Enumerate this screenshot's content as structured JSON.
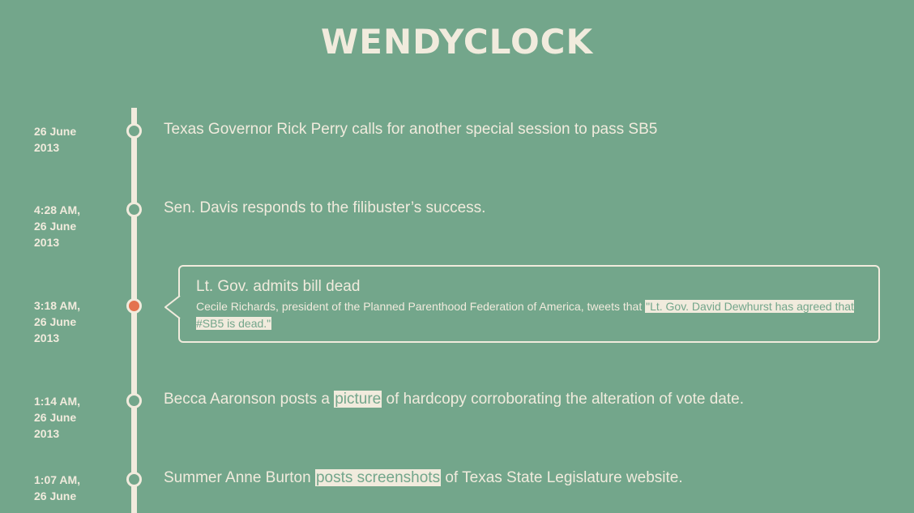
{
  "site": {
    "title": "WENDYCLOCK"
  },
  "entries": [
    {
      "time": "26 June\n2013",
      "headline": "Texas Governor Rick Perry calls for another special session to pass SB5"
    },
    {
      "time": "4:28 AM,\n26 June\n2013",
      "headline": "Sen. Davis responds to the filibuster’s success."
    },
    {
      "time": "3:18 AM,\n26 June\n2013",
      "headline": "Lt. Gov. admits bill dead",
      "body_prefix": "Cecile Richards, president of the Planned Parenthood Federation of America, tweets that ",
      "body_link": "\"Lt. Gov. David Dewhurst has agreed that #SB5 is dead.\""
    },
    {
      "time": "1:14 AM,\n26 June\n2013",
      "headline_prefix": "Becca Aaronson posts a ",
      "headline_link": "picture",
      "headline_suffix": " of hardcopy corroborating the alteration of vote date."
    },
    {
      "time": "1:07 AM,\n26 June",
      "headline_prefix": "Summer Anne Burton ",
      "headline_link": "posts screenshots",
      "headline_suffix": " of Texas State Legislature website."
    }
  ],
  "colors": {
    "background": "#73a68b",
    "foreground": "#f1ebdd",
    "active_dot": "#e4734f"
  }
}
